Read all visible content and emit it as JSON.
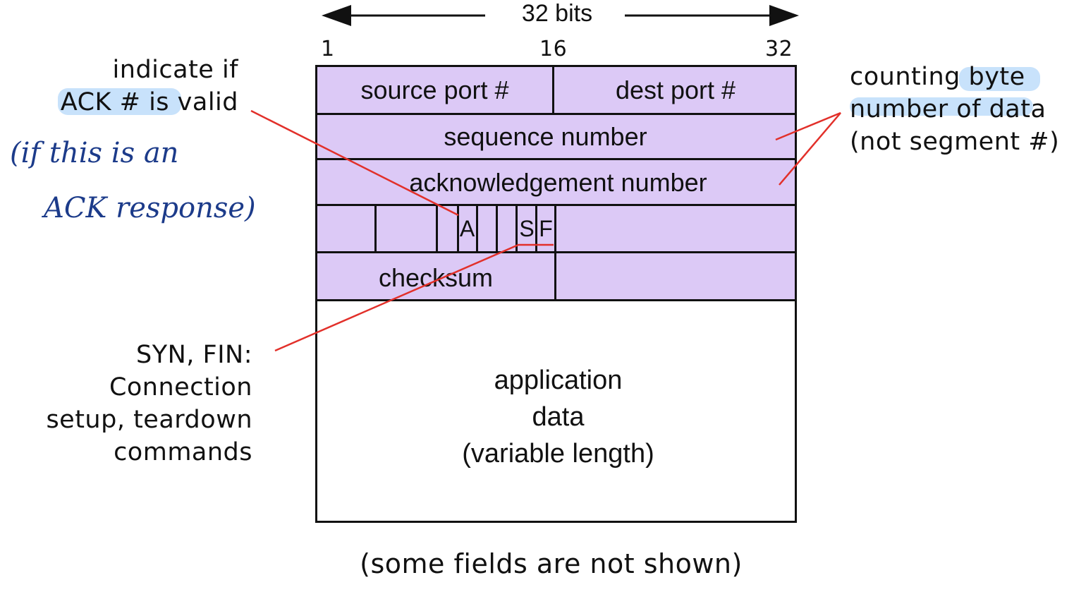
{
  "header": {
    "width_label": "32 bits",
    "bit_start": "1",
    "bit_mid": "16",
    "bit_end": "32"
  },
  "segment": {
    "source_port": "source port #",
    "dest_port": "dest port #",
    "sequence_number": "sequence number",
    "ack_number": "acknowledgement number",
    "flags": {
      "a": "A",
      "s": "S",
      "f": "F"
    },
    "checksum": "checksum",
    "app_data": [
      "application",
      "data",
      "(variable length)"
    ]
  },
  "annotations": {
    "ack_valid": [
      "indicate if",
      "ACK # is valid"
    ],
    "handwritten": [
      "(if this is an",
      "ACK response)"
    ],
    "syn_fin": [
      "SYN, FIN:",
      "Connection",
      "setup, teardown",
      "commands"
    ],
    "counting": [
      "counting byte",
      "number of data",
      "(not segment #)"
    ]
  },
  "footer": "(some fields are not shown)",
  "colors": {
    "header_fill": "#dcc9f6",
    "pointer_line": "#e2302a",
    "highlight": "#c8e2fb",
    "handwriting_ink": "#1c3b8a"
  }
}
